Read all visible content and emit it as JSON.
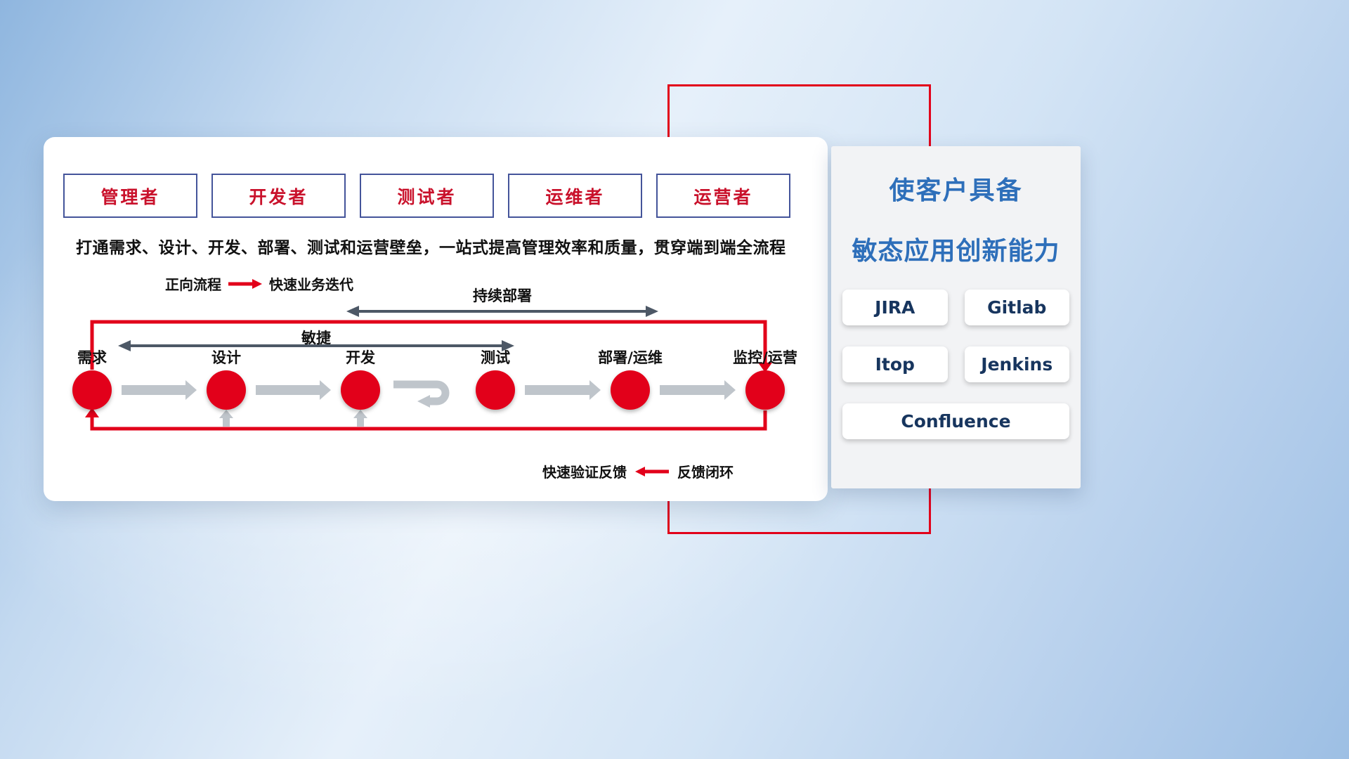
{
  "roles": [
    "管理者",
    "开发者",
    "测试者",
    "运维者",
    "运营者"
  ],
  "description": "打通需求、设计、开发、部署、测试和运营壁垒，一站式提高管理效率和质量，贯穿端到端全流程",
  "legend_top": {
    "label": "正向流程",
    "value": "快速业务迭代"
  },
  "legend_bottom": {
    "label": "快速验证反馈",
    "value": "反馈闭环"
  },
  "flow": {
    "stages": [
      "需求",
      "设计",
      "开发",
      "测试",
      "部署/运维",
      "监控/运营"
    ],
    "agile_label": "敏捷",
    "continuous_deploy_label": "持续部署"
  },
  "right_panel": {
    "title_line1": "使客户具备",
    "title_line2": "敏态应用创新能力",
    "tools": [
      "JIRA",
      "Gitlab",
      "Itop",
      "Jenkins",
      "Confluence"
    ]
  },
  "colors": {
    "accent_red": "#e2001a",
    "role_text_red": "#c9112b",
    "role_border_blue": "#44549a",
    "title_blue": "#2e6fba",
    "tool_text_navy": "#17355e",
    "range_arrow_gray": "#4d5866",
    "flow_arrow_gray": "#bfc5cb"
  }
}
